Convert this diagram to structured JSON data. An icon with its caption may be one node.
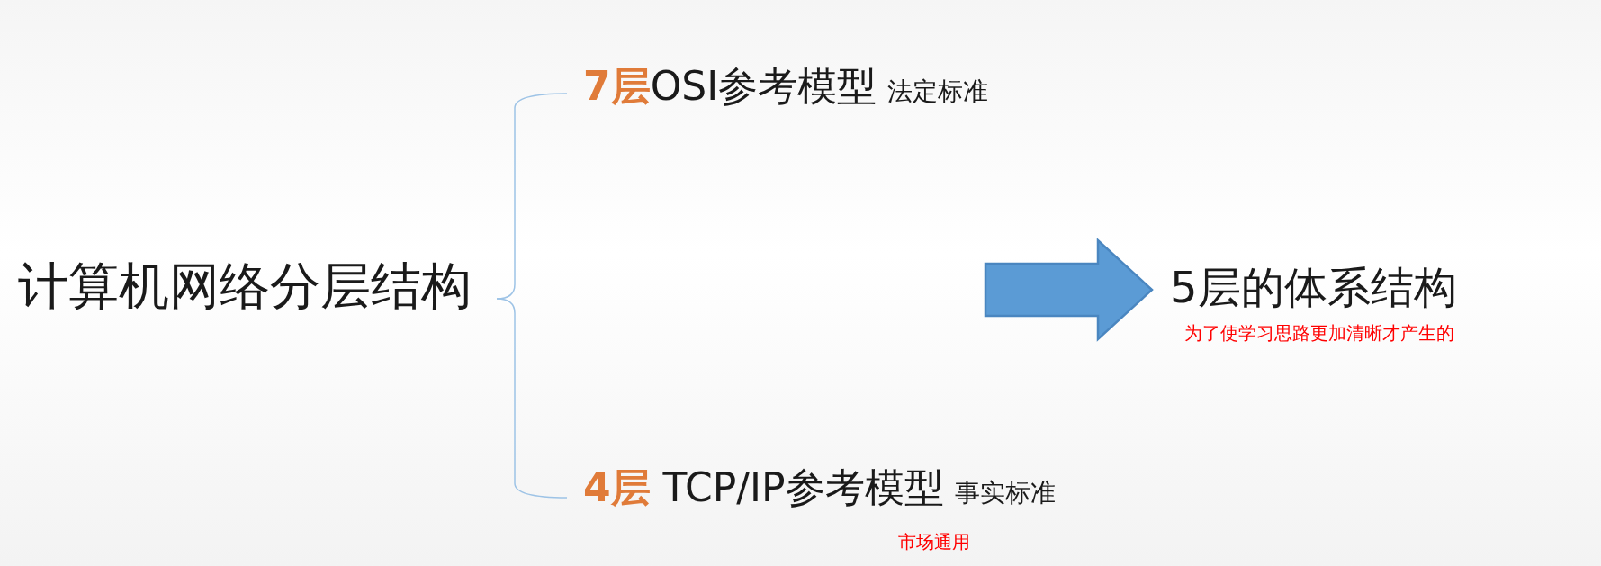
{
  "diagram": {
    "nodes": [
      {
        "text": [
          "计算机网络分层结构"
        ]
      },
      {
        "text": [
          "**7层**OSI参考模型",
          "法定标准"
        ]
      },
      {
        "text": [
          "**4层** TCP/IP参考模型",
          "事实标准"
        ],
        "beside": [
          "市场通用"
        ]
      },
      {
        "text": [
          "5层的体系结构"
        ],
        "beside": [
          "为了使学习思路更加清晰才产生的"
        ]
      }
    ],
    "edges": [
      {
        "from": 0,
        "to": 1,
        "arrow": "none"
      },
      {
        "from": 0,
        "to": 2,
        "arrow": "none"
      },
      {
        "from": null,
        "to": 3,
        "arrow": "to",
        "style": "thick",
        "color": "#5b9bd5"
      }
    ]
  }
}
